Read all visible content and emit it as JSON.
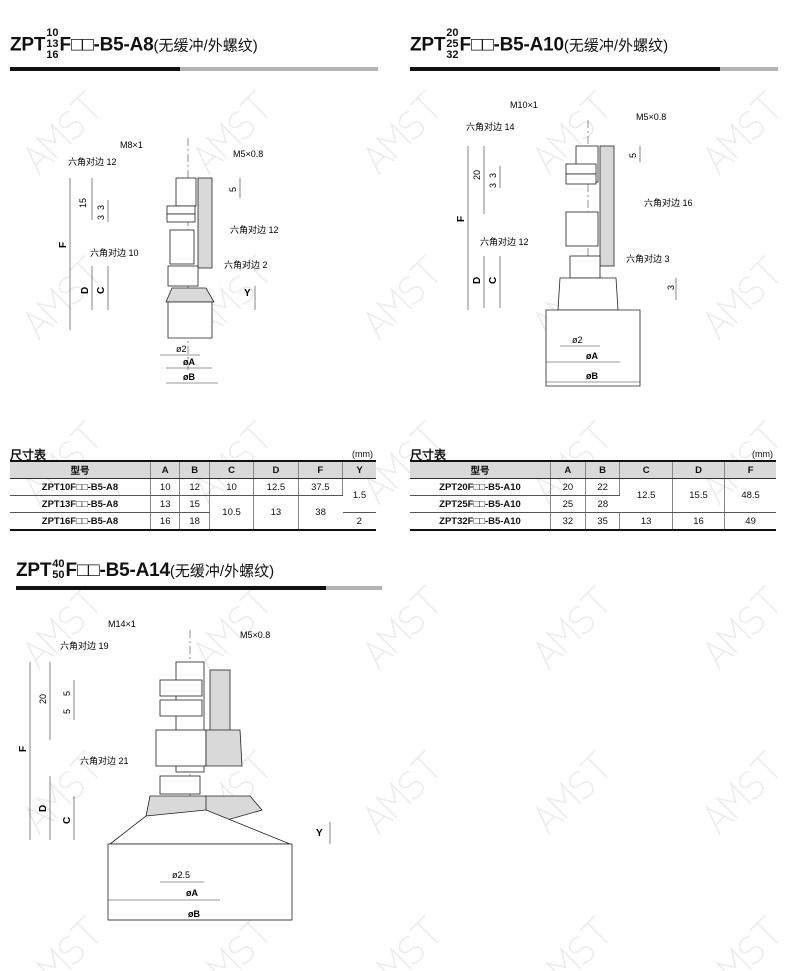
{
  "colors": {
    "rule_black": "#111111",
    "rule_gray": "#b3b3b3",
    "part_fill": "#d9d9d9",
    "table_header": "#d9d9d9"
  },
  "sec1": {
    "title_prefix": "ZPT",
    "sizes": [
      "10",
      "13",
      "16"
    ],
    "title_main": "F□□-B5-A8",
    "title_suffix": "(无缓冲/外螺纹)",
    "labels": {
      "thread": "M8×1",
      "port": "M5×0.8",
      "hex1": "六角对边 12",
      "hex2": "六角对边 12",
      "hex3": "六角对边 10",
      "hex4": "六角对边 2",
      "d15": "15",
      "d3a": "3",
      "d3b": "3",
      "d5": "5",
      "F": "F",
      "D": "D",
      "C": "C",
      "Y": "Y",
      "phi2": "ø2",
      "phiA": "øA",
      "phiB": "øB"
    }
  },
  "sec2": {
    "title_prefix": "ZPT",
    "sizes": [
      "20",
      "25",
      "32"
    ],
    "title_main": "F□□-B5-A10",
    "title_suffix": "(无缓冲/外螺纹)",
    "labels": {
      "thread": "M10×1",
      "port": "M5×0.8",
      "hex1": "六角对边 14",
      "hex2": "六角对边 16",
      "hex3": "六角对边 12",
      "hex4": "六角对边 3",
      "d20": "20",
      "d3a": "3",
      "d3b": "3",
      "d5": "5",
      "d3c": "3",
      "F": "F",
      "D": "D",
      "C": "C",
      "phi2": "ø2",
      "phiA": "øA",
      "phiB": "øB"
    }
  },
  "sec3": {
    "title_prefix": "ZPT",
    "sizes": [
      "40",
      "50"
    ],
    "title_main": "F□□-B5-A14",
    "title_suffix": "(无缓冲/外螺纹)",
    "labels": {
      "thread": "M14×1",
      "port": "M5×0.8",
      "hex1": "六角对边 19",
      "hex2": "六角对边 21",
      "d20": "20",
      "d5a": "5",
      "d5b": "5",
      "F": "F",
      "D": "D",
      "C": "C",
      "Y": "Y",
      "phi25": "ø2.5",
      "phiA": "øA",
      "phiB": "øB"
    }
  },
  "table1": {
    "title": "尺寸表",
    "unit": "(mm)",
    "headers": [
      "型号",
      "A",
      "B",
      "C",
      "D",
      "F",
      "Y"
    ],
    "rows": [
      {
        "model": "ZPT10F□□-B5-A8",
        "A": "10",
        "B": "12",
        "C": "10",
        "D": "12.5",
        "F": "37.5",
        "Y": "1.5"
      },
      {
        "model": "ZPT13F□□-B5-A8",
        "A": "13",
        "B": "15",
        "C": "10.5",
        "D": "13",
        "F": "38",
        "Y": "2"
      },
      {
        "model": "ZPT16F□□-B5-A8",
        "A": "16",
        "B": "18"
      }
    ]
  },
  "table2": {
    "title": "尺寸表",
    "unit": "(mm)",
    "headers": [
      "型号",
      "A",
      "B",
      "C",
      "D",
      "F"
    ],
    "rows": [
      {
        "model": "ZPT20F□□-B5-A10",
        "A": "20",
        "B": "22",
        "C": "12.5",
        "D": "15.5",
        "F": "48.5"
      },
      {
        "model": "ZPT25F□□-B5-A10",
        "A": "25",
        "B": "28"
      },
      {
        "model": "ZPT32F□□-B5-A10",
        "A": "32",
        "B": "35",
        "C": "13",
        "D": "16",
        "F": "49"
      }
    ]
  }
}
